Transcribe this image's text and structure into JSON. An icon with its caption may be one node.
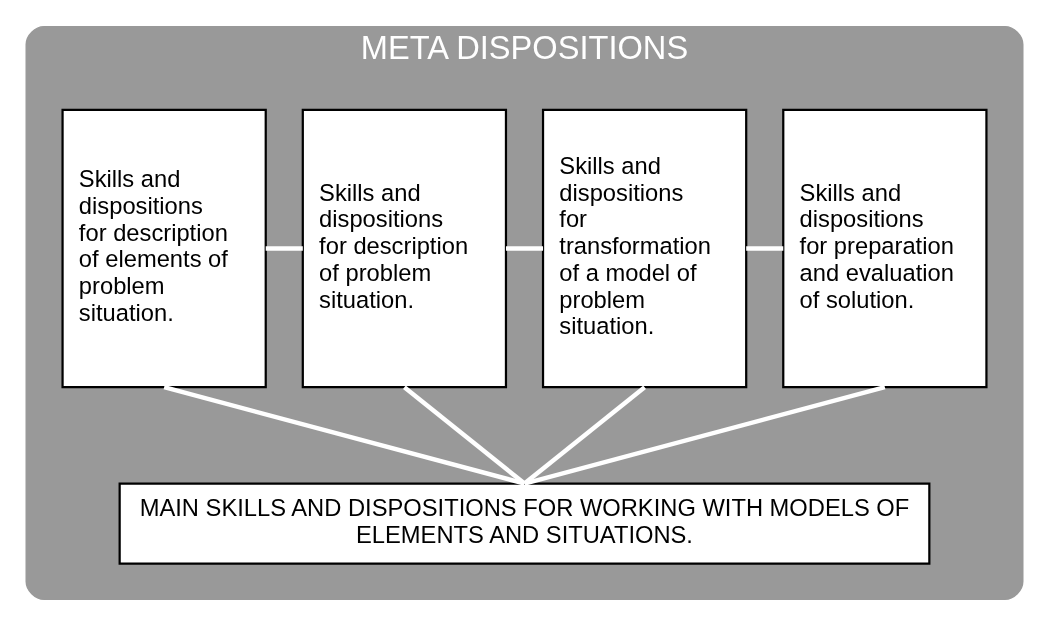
{
  "diagram": {
    "nodes": [
      {
        "text": [
          "META DISPOSITIONS"
        ]
      },
      {
        "text": [
          "Skills and dispositions for description of elements of problem situation."
        ],
        "in": 0
      },
      {
        "text": [
          "Skills and dispositions for description of problem situation."
        ],
        "in": 0
      },
      {
        "text": [
          "Skills and dispositions for transformation of a model of problem situation."
        ],
        "in": 0
      },
      {
        "text": [
          "Skills and dispositions for preparation and evaluation of solution."
        ],
        "in": 0
      },
      {
        "text": [
          "MAIN SKILLS AND DISPOSITIONS FOR WORKING WITH MODELS OF ELEMENTS AND SITUATIONS."
        ],
        "in": 0
      }
    ],
    "edges": [
      {
        "from": 1,
        "to": 2,
        "arrow": "none"
      },
      {
        "from": 2,
        "to": 3,
        "arrow": "none"
      },
      {
        "from": 3,
        "to": 4,
        "arrow": "none"
      },
      {
        "from": 1,
        "to": 5,
        "arrow": "none"
      },
      {
        "from": 2,
        "to": 5,
        "arrow": "none"
      },
      {
        "from": 3,
        "to": 5,
        "arrow": "none"
      },
      {
        "from": 4,
        "to": 5,
        "arrow": "none"
      }
    ]
  }
}
